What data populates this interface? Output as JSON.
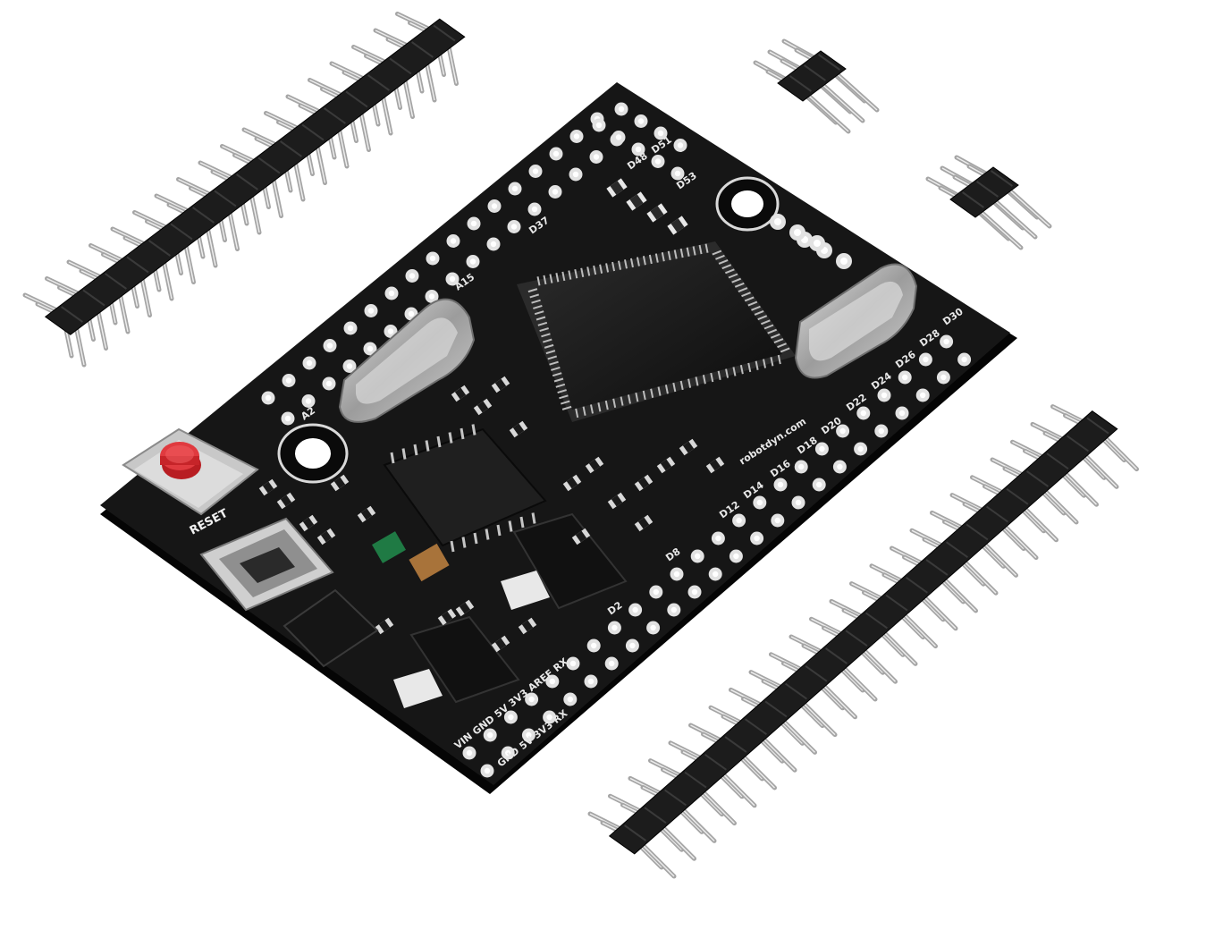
{
  "photo": {
    "subject": "microcontroller-board-with-pin-headers",
    "colors": {
      "background": "#ffffff",
      "pcb": "#141414",
      "pcb_edge": "#050505",
      "pad_ring": "#d9d9d9",
      "header_plastic": "#1c1c1c",
      "pin_metal": "#c9c9c9",
      "reset_cap": "#d2262b",
      "crystal_metal": "#bdbdbd"
    }
  },
  "board": {
    "silkscreen": {
      "reset": "RESET",
      "website": "robotdyn.com",
      "power_row_top": "VIN GND 5V 3V3 AREF RX",
      "power_row_bottom": "GND 5V 3V3 RX",
      "pin_d2": "D2",
      "pin_d8": "D8",
      "pin_d12": "D12",
      "pin_d14": "D14",
      "pin_d16": "D16",
      "pin_d18": "D18",
      "pin_d20": "D20",
      "pin_d22": "D22",
      "pin_d24": "D24",
      "pin_d26": "D26",
      "pin_d28": "D28",
      "pin_d30": "D30",
      "pin_d37": "D37",
      "pin_d48": "D48",
      "pin_d51": "D51",
      "pin_d53": "D53",
      "pin_a15": "A15",
      "pin_a2": "A2"
    }
  }
}
